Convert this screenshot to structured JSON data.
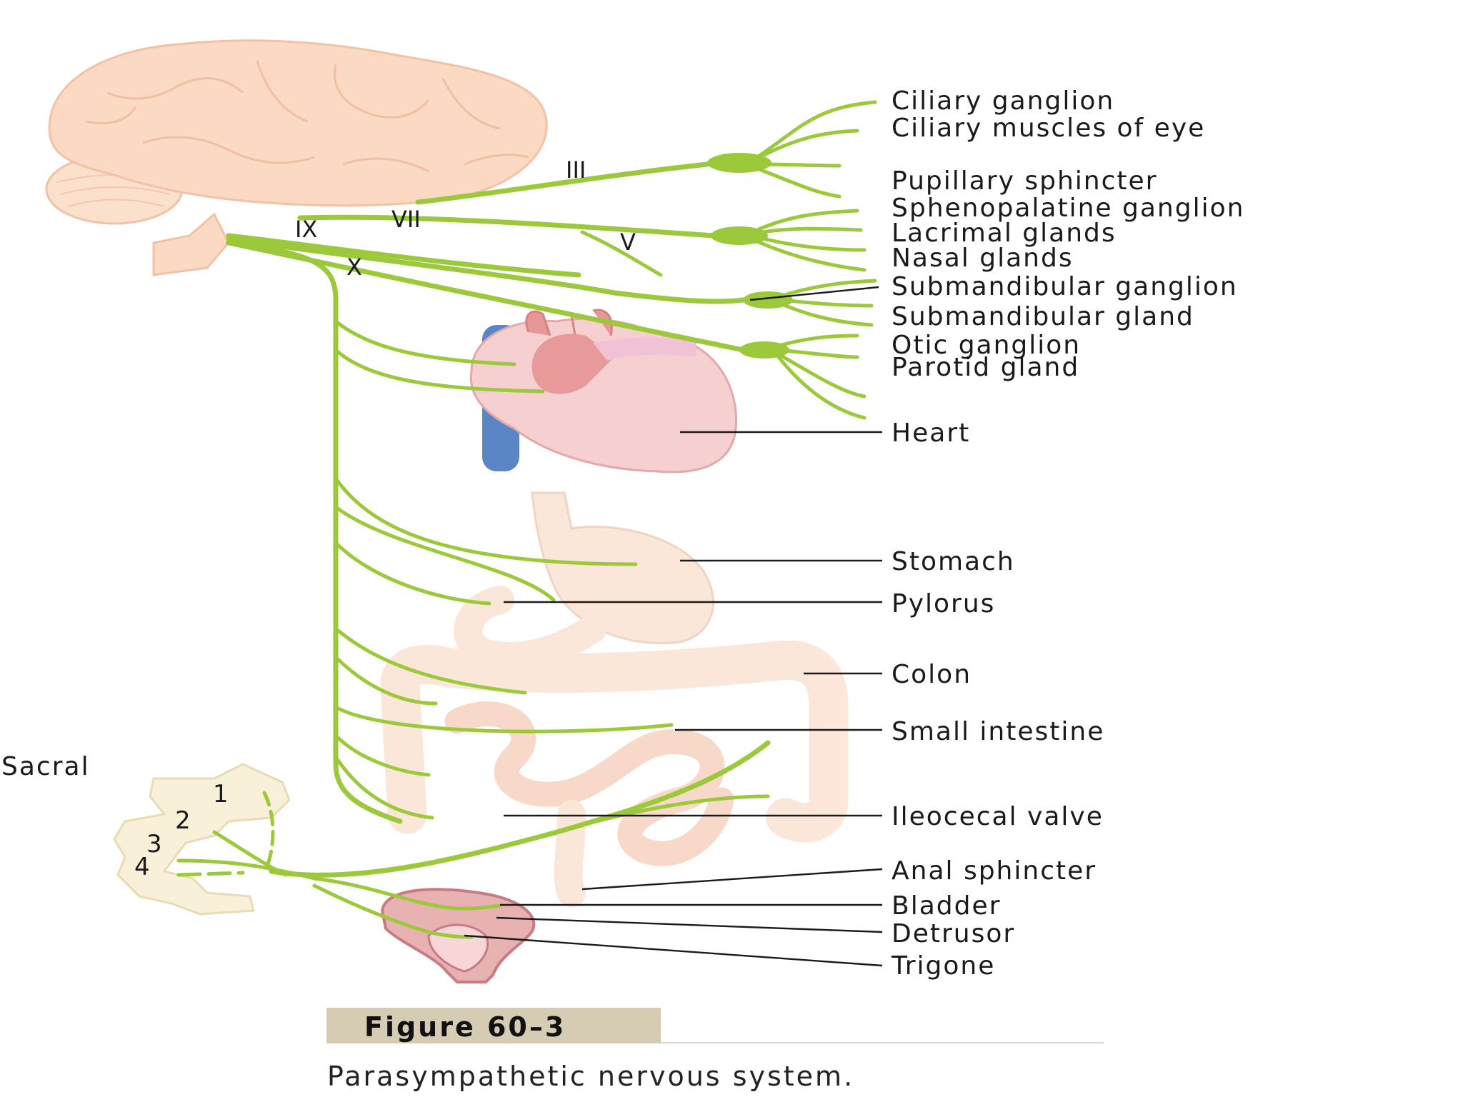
{
  "nerves": {
    "cn3": "III",
    "cn7": "VII",
    "cn9": "IX",
    "cn10": "X",
    "cn5": "V"
  },
  "labels": {
    "ciliary_ganglion": "Ciliary ganglion",
    "ciliary_muscles": "Ciliary muscles of eye",
    "pupillary_sphincter": "Pupillary sphincter",
    "sphenopalatine_ganglion": "Sphenopalatine ganglion",
    "lacrimal_glands": "Lacrimal glands",
    "nasal_glands": "Nasal glands",
    "submandibular_ganglion": "Submandibular ganglion",
    "submandibular_gland": "Submandibular gland",
    "otic_ganglion": "Otic ganglion",
    "parotid_gland": "Parotid gland",
    "heart": "Heart",
    "stomach": "Stomach",
    "pylorus": "Pylorus",
    "colon": "Colon",
    "small_intestine": "Small intestine",
    "ileocecal_valve": "Ileocecal valve",
    "anal_sphincter": "Anal sphincter",
    "bladder": "Bladder",
    "detrusor": "Detrusor",
    "trigone": "Trigone"
  },
  "sacral": {
    "label": "Sacral",
    "s1": "1",
    "s2": "2",
    "s3": "3",
    "s4": "4"
  },
  "figure": {
    "title": "Figure 60–3",
    "caption": "Parasympathetic nervous system."
  },
  "colors": {
    "nerve": "#9cc93c",
    "brain": "#fbd9c2",
    "heart": "#e9a4a4",
    "vein": "#5b86c5",
    "gut": "#fbe3d3",
    "figure_box": "#d6ccb4"
  }
}
